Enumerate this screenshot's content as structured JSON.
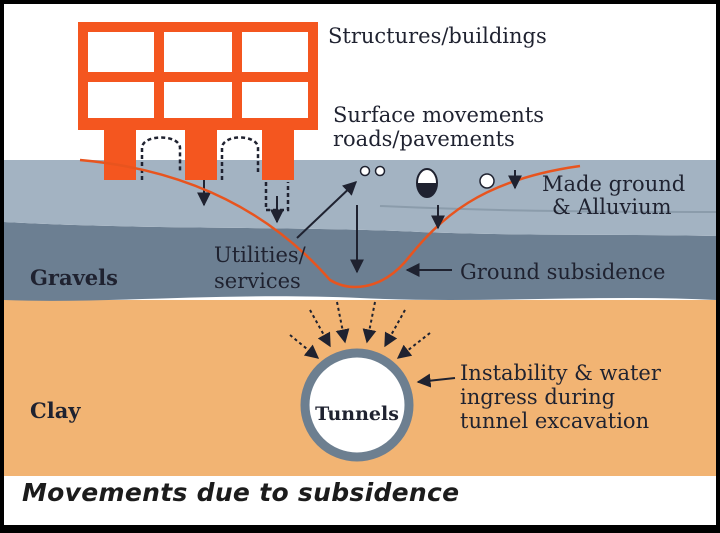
{
  "labels": {
    "structures": "Structures/buildings",
    "surface_line1": "Surface movements",
    "surface_line2": "roads/pavements",
    "made_ground_line1": "Made ground",
    "made_ground_line2": "& Alluvium",
    "gravels": "Gravels",
    "utilities_line1": "Utilities/",
    "utilities_line2": "services",
    "ground_subsidence": "Ground subsidence",
    "clay": "Clay",
    "tunnels": "Tunnels",
    "instability_line1": "Instability & water",
    "instability_line2": "ingress during",
    "instability_line3": "tunnel excavation"
  },
  "caption": "Movements due to subsidence",
  "colors": {
    "background": "#000000",
    "sky": "#ffffff",
    "made_ground": "#a3b3c2",
    "gravels": "#6c7f92",
    "clay": "#f2b473",
    "building": "#f4561f",
    "subsidence_curve": "#e8541e",
    "tunnel_ring": "#6d7f90"
  }
}
